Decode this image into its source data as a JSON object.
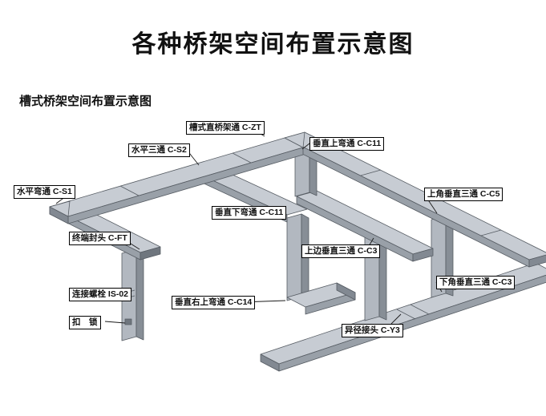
{
  "page": {
    "title": "各种桥架空间布置示意图",
    "subtitle": "槽式桥架空间布置示意图"
  },
  "labels": [
    {
      "id": "trough-straight-tray",
      "text": "槽式直桥架通 C-ZT"
    },
    {
      "id": "horizontal-tee",
      "text": "水平三通 C-S2"
    },
    {
      "id": "vertical-up-bend",
      "text": "垂直上弯通 C-C11"
    },
    {
      "id": "horizontal-bend",
      "text": "水平弯通 C-S1"
    },
    {
      "id": "vertical-down-bend",
      "text": "垂直下弯通 C-C11"
    },
    {
      "id": "upper-corner-vertical-tee",
      "text": "上角垂直三通 C-C5"
    },
    {
      "id": "end-cap",
      "text": "终端封头 C-FT"
    },
    {
      "id": "top-side-vertical-tee",
      "text": "上边垂直三通 C-C3"
    },
    {
      "id": "connecting-bolt",
      "text": "连接螺栓 IS-02"
    },
    {
      "id": "vertical-right-up-bend",
      "text": "垂直右上弯通 C-C14"
    },
    {
      "id": "lower-corner-vertical-tee",
      "text": "下角垂直三通 C-C3"
    },
    {
      "id": "buckle-lock",
      "text": "扣　锁"
    },
    {
      "id": "reducing-joint",
      "text": "异径接头 C-Y3"
    }
  ],
  "colors": {
    "tray_top": "#c7ccd3",
    "tray_front": "#99a0a8",
    "tray_end": "#828992",
    "column_light": "#b2b8c0",
    "column_dark": "#878e96",
    "end_cap": "#6f767e",
    "line": "#565c63",
    "text": "#111111"
  }
}
